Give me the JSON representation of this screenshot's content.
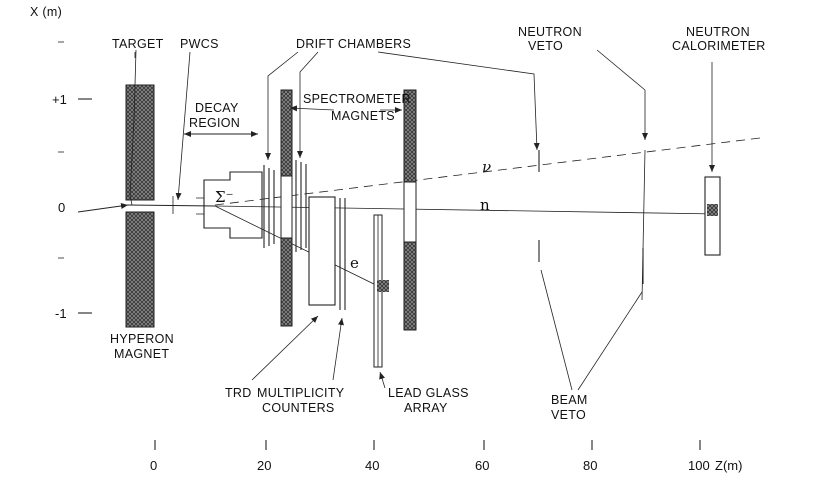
{
  "axes": {
    "x_axis_label": "X (m)",
    "z_axis_label": "Z(m)",
    "x_ticks": [
      "+1",
      "0",
      "-1"
    ],
    "z_ticks": [
      "0",
      "20",
      "40",
      "60",
      "80",
      "100"
    ]
  },
  "labels": {
    "target": "TARGET",
    "pwcs": "PWCS",
    "drift_chambers": "DRIFT CHAMBERS",
    "neutron_veto_line1": "NEUTRON",
    "neutron_veto_line2": "VETO",
    "neutron_cal_line1": "NEUTRON",
    "neutron_cal_line2": "CALORIMETER",
    "decay_region_line1": "DECAY",
    "decay_region_line2": "REGION",
    "spectrometer_line1": "SPECTROMETER",
    "spectrometer_line2": "MAGNETS",
    "hyperon_line1": "HYPERON",
    "hyperon_line2": "MAGNET",
    "trd": "TRD",
    "multiplicity_line1": "MULTIPLICITY",
    "multiplicity_line2": "COUNTERS",
    "lead_glass_line1": "LEAD GLASS",
    "lead_glass_line2": "ARRAY",
    "beam_veto_line1": "BEAM",
    "beam_veto_line2": "VETO"
  },
  "particles": {
    "sigma": "Σ⁻",
    "neutrino": "ν",
    "neutron": "n",
    "electron": "e"
  },
  "colors": {
    "ink": "#222222",
    "hatch": "#555555",
    "background": "#ffffff"
  }
}
